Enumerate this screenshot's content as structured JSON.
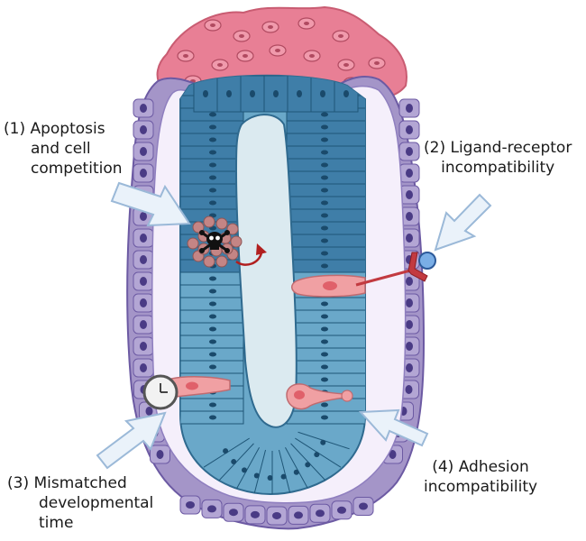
{
  "labels": {
    "apoptosis": {
      "line1": "(1) Apoptosis",
      "line2": "and cell",
      "line3": "competition"
    },
    "ligand": {
      "line1": "(2) Ligand-receptor",
      "line2": "incompatibility"
    },
    "developmental": {
      "line1": "(3) Mismatched",
      "line2": "developmental",
      "line3": "time"
    },
    "adhesion": {
      "line1": "(4) Adhesion",
      "line2": "incompatibility"
    }
  },
  "colors": {
    "pink_tissue": "#e87f95",
    "purple_cells": "#a495c8",
    "purple_nuclei": "#4a3b85",
    "dark_blue_cells": "#3f7ea8",
    "light_blue_cells": "#6aa8c9",
    "lumen": "#dbeaf0",
    "inner_band": "#f5effb",
    "salmon_cell": "#f0a0a3",
    "dead_cell": "#c48585",
    "arrow_fill": "#eaf2fa",
    "arrow_stroke": "#9bb9d8",
    "receptor": "#c23a40",
    "ligand": "#7aaee6",
    "curved_arrow": "#b11f1f"
  },
  "icons": [
    "skull-crossbones-icon",
    "clock-icon",
    "receptor-icon",
    "ligand-ball-icon",
    "curved-arrow-icon"
  ]
}
